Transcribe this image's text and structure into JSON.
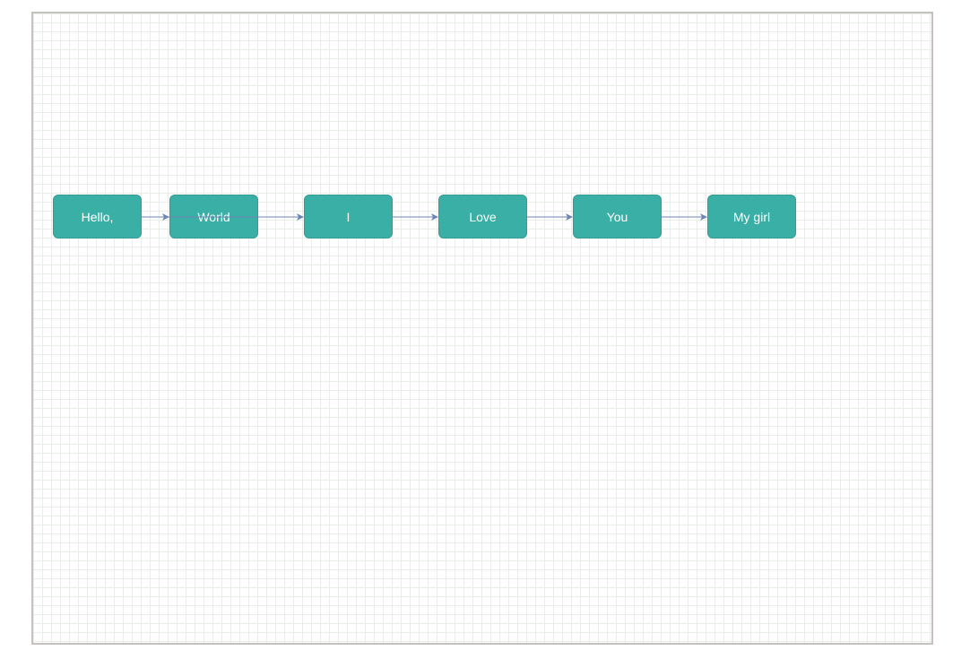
{
  "diagram": {
    "grid_color": "#e8efe7",
    "border_color": "#c6c0c0",
    "node_fill": "#3aafa6",
    "node_text_color": "#ffffff",
    "edge_color": "#6c86b4",
    "nodes": [
      {
        "id": "n1",
        "label": "Hello,"
      },
      {
        "id": "n2",
        "label": "World"
      },
      {
        "id": "n3",
        "label": "I"
      },
      {
        "id": "n4",
        "label": "Love"
      },
      {
        "id": "n5",
        "label": "You"
      },
      {
        "id": "n6",
        "label": "My girl"
      }
    ],
    "edges": [
      {
        "from": "n1",
        "to": "n2"
      },
      {
        "from": "n1",
        "to": "n3"
      },
      {
        "from": "n3",
        "to": "n4"
      },
      {
        "from": "n4",
        "to": "n5"
      },
      {
        "from": "n5",
        "to": "n6"
      }
    ]
  }
}
